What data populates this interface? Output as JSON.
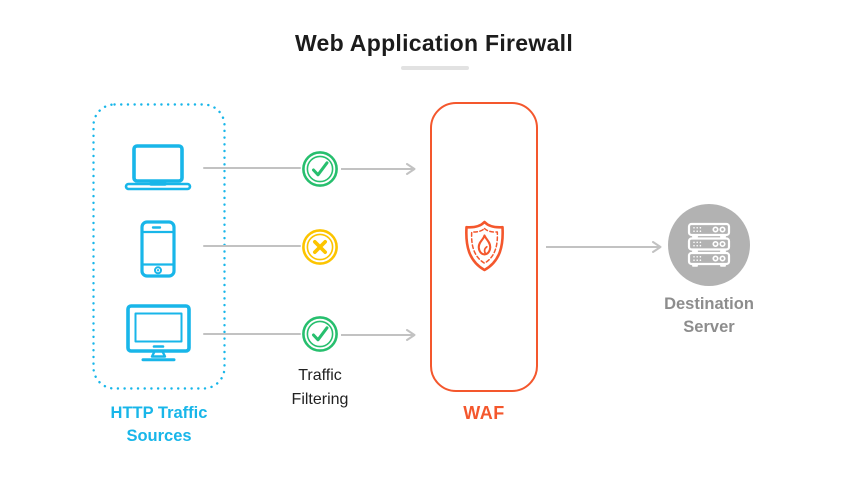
{
  "title": {
    "text": "Web Application Firewall"
  },
  "diagram": {
    "sources": {
      "label": "HTTP Traffic Sources",
      "color": "#18b6e9",
      "devices": [
        {
          "name": "laptop"
        },
        {
          "name": "smartphone"
        },
        {
          "name": "desktop-monitor"
        }
      ]
    },
    "filtering": {
      "label": "Traffic Filtering",
      "results": [
        "allowed",
        "blocked",
        "allowed"
      ],
      "allowed_color": "#27bf6e",
      "blocked_color": "#fcc400"
    },
    "waf": {
      "label": "WAF",
      "icon": "shield-flame",
      "color": "#f4572d"
    },
    "destination": {
      "label": "Destination Server",
      "icon": "server-rack",
      "circle_color": "#b2b2b2",
      "label_color": "#8d8d8d"
    },
    "arrow_color": "#c2c2c2",
    "underline_color": "#e2e2e2"
  }
}
